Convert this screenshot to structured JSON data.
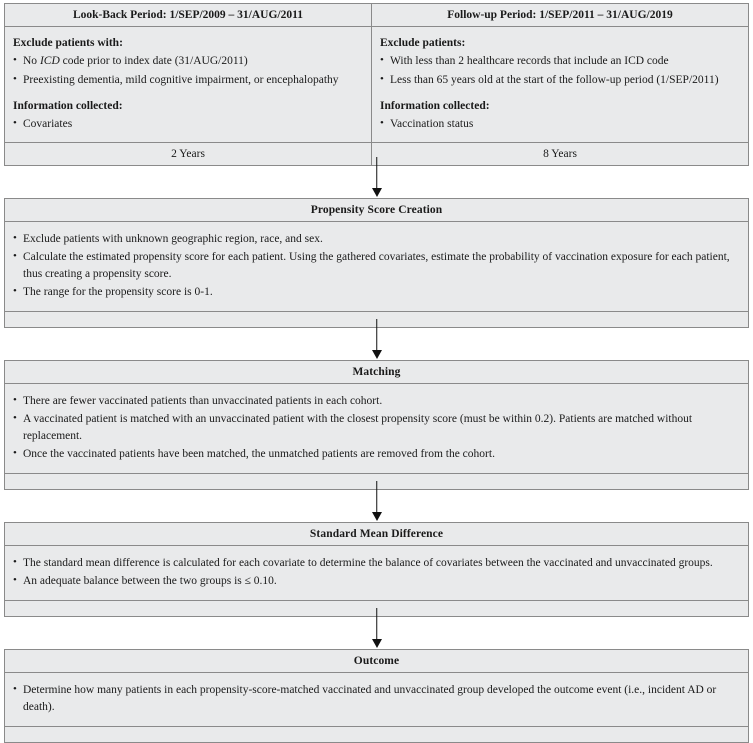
{
  "diagram": {
    "title": "Propensity score matching study design flowchart",
    "accent_color": "#e9eaeb",
    "border_color": "#8a8a8a",
    "arrow_color": "#111111"
  },
  "periods": {
    "left": {
      "header": "Look-Back Period: 1/SEP/2009 – 31/AUG/2011",
      "exclude_label": "Exclude patients with:",
      "exclude_items": [
        {
          "pre": "No ",
          "italic": "ICD",
          "post": " code prior to index date (31/AUG/2011)"
        },
        {
          "pre": "Preexisting dementia, mild cognitive impairment, or encephalopathy",
          "italic": "",
          "post": ""
        }
      ],
      "info_label": "Information collected:",
      "info_items": [
        "Covariates"
      ],
      "duration": "2 Years"
    },
    "right": {
      "header": "Follow-up Period: 1/SEP/2011 – 31/AUG/2019",
      "exclude_label": "Exclude patients:",
      "exclude_items": [
        {
          "pre": "With less than 2 healthcare records that include an ICD code",
          "italic": "",
          "post": ""
        },
        {
          "pre": "Less than 65 years old at the start of the follow-up period (1/SEP/2011)",
          "italic": "",
          "post": ""
        }
      ],
      "info_label": "Information collected:",
      "info_items": [
        "Vaccination status"
      ],
      "duration": "8 Years"
    }
  },
  "steps": [
    {
      "id": "propensity-score-creation",
      "header": "Propensity Score Creation",
      "bullets": [
        "Exclude patients with unknown geographic region, race, and sex.",
        "Calculate the estimated propensity score for each patient. Using the gathered covariates, estimate the probability of vaccination exposure for each patient, thus creating a propensity score.",
        "The range for the propensity score is 0-1."
      ]
    },
    {
      "id": "matching",
      "header": "Matching",
      "bullets": [
        "There are fewer vaccinated patients than unvaccinated patients in each cohort.",
        "A vaccinated patient is matched with an unvaccinated patient with the closest propensity score (must be within 0.2). Patients are matched without replacement.",
        "Once the vaccinated patients have been matched, the unmatched patients are removed from the cohort."
      ]
    },
    {
      "id": "standard-mean-difference",
      "header": "Standard Mean Difference",
      "bullets": [
        "The standard mean difference is calculated for each covariate to determine the balance of covariates between the vaccinated and unvaccinated groups.",
        "An adequate balance between the two groups is ≤ 0.10."
      ]
    },
    {
      "id": "outcome",
      "header": "Outcome",
      "bullets": [
        "Determine how many patients in each propensity-score-matched vaccinated and unvaccinated group developed the outcome event (i.e., incident AD or death)."
      ]
    }
  ]
}
